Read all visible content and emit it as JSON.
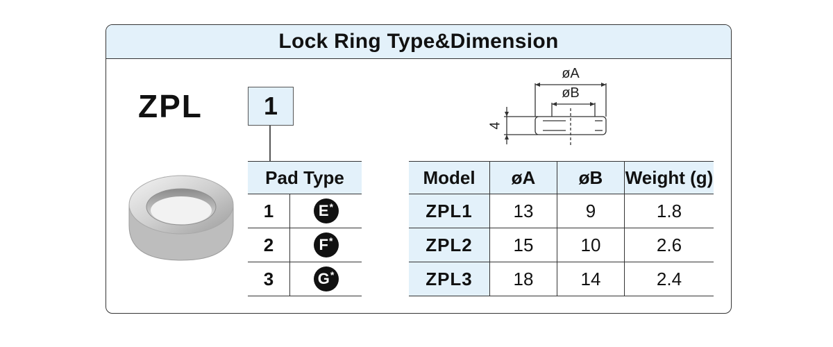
{
  "panel": {
    "title": "Lock Ring Type&Dimension"
  },
  "model": {
    "code": "ZPL",
    "selected_option": "1"
  },
  "pad_table": {
    "header": "Pad Type",
    "rows": [
      {
        "num": "1",
        "letter": "E",
        "mark": "*"
      },
      {
        "num": "2",
        "letter": "F",
        "mark": "*"
      },
      {
        "num": "3",
        "letter": "G",
        "mark": "*"
      }
    ]
  },
  "dimension_table": {
    "headers": [
      "Model",
      "øA",
      "øB",
      "Weight (g)"
    ],
    "rows": [
      [
        "ZPL1",
        "13",
        "9",
        "1.8"
      ],
      [
        "ZPL2",
        "15",
        "10",
        "2.6"
      ],
      [
        "ZPL3",
        "18",
        "14",
        "2.4"
      ]
    ]
  },
  "drawing": {
    "label_a": "øA",
    "label_b": "øB",
    "height_label": "4"
  },
  "colors": {
    "header_fill": "#e3f1fa",
    "border": "#333333",
    "badge_fill": "#111111"
  }
}
